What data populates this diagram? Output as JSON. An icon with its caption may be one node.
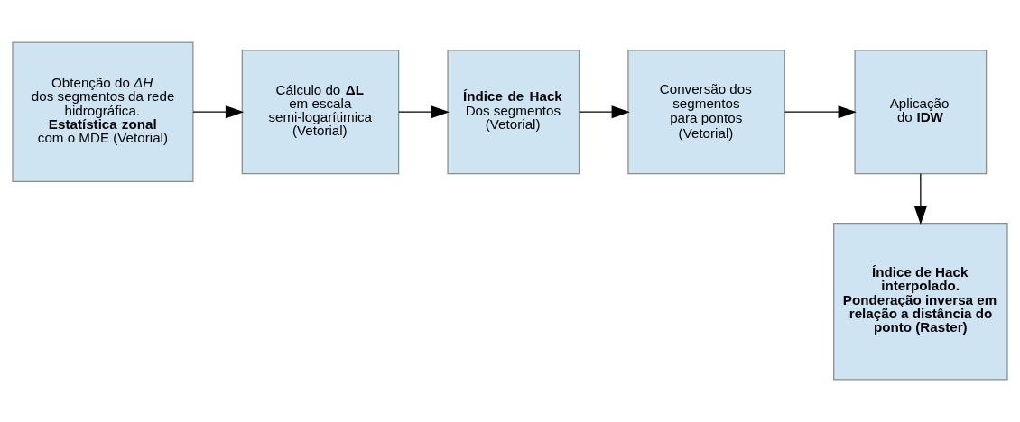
{
  "diagram": {
    "nodes": [
      {
        "text": [
          "Obtenção do *ΔH* dos segmentos da rede hidrográfica. **Estatística zonal** com o MDE (Vetorial)"
        ]
      },
      {
        "text": [
          "Cálculo do **ΔL** em escala semi-logarítimica (Vetorial)"
        ]
      },
      {
        "text": [
          "**Índice de Hack** Dos segmentos (Vetorial)"
        ]
      },
      {
        "text": [
          "Conversão dos segmentos para pontos (Vetorial)"
        ]
      },
      {
        "text": [
          "Aplicação do **IDW**"
        ]
      },
      {
        "text": [
          "Índice de Hack interpolado. Ponderação inversa em relação a distância do ponto (Raster)"
        ]
      }
    ],
    "edges": [
      {
        "from": 0,
        "to": 1,
        "arrow": "to"
      },
      {
        "from": 1,
        "to": 2,
        "arrow": "to"
      },
      {
        "from": 2,
        "to": 3,
        "arrow": "to"
      },
      {
        "from": 3,
        "to": 4,
        "arrow": "to"
      },
      {
        "from": 4,
        "to": 5,
        "arrow": "to"
      }
    ]
  }
}
